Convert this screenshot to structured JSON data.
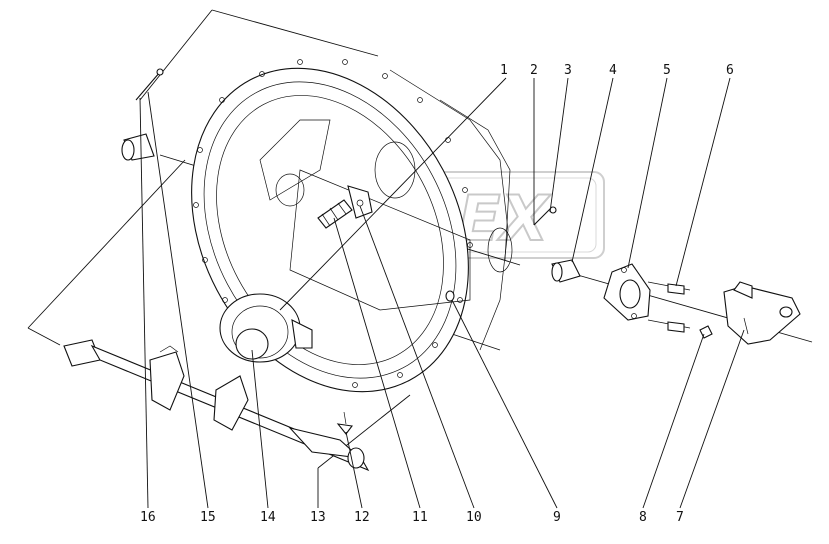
{
  "watermark": "OPEX",
  "callouts": [
    "1",
    "2",
    "3",
    "4",
    "5",
    "6",
    "7",
    "8",
    "9",
    "10",
    "11",
    "12",
    "13",
    "14",
    "15",
    "16"
  ]
}
